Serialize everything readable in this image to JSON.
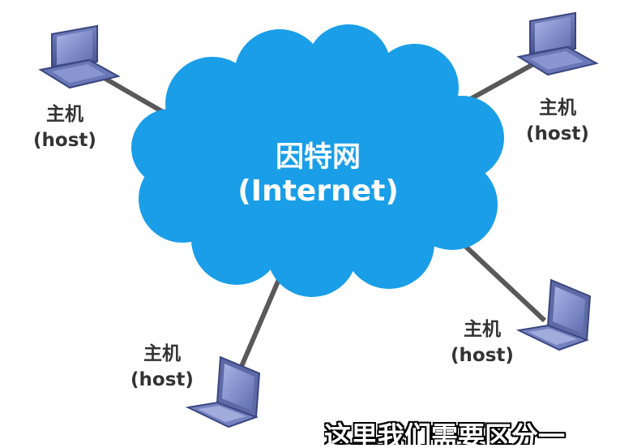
{
  "cloud": {
    "title": "因特网",
    "subtitle": "(Internet)",
    "color": "#1a9ee8"
  },
  "hosts": [
    {
      "name": "主机",
      "label": "(host)",
      "device": "desktop-computer-icon"
    },
    {
      "name": "主机",
      "label": "(host)",
      "device": "desktop-computer-icon"
    },
    {
      "name": "主机",
      "label": "(host)",
      "device": "laptop-icon"
    },
    {
      "name": "主机",
      "label": "(host)",
      "device": "laptop-icon"
    }
  ],
  "caption": "这里我们需要区分一",
  "colors": {
    "link_line": "#595959",
    "device_body": "#5d6aa6",
    "device_screen": "#7e8cc9",
    "label_text": "#333333"
  }
}
